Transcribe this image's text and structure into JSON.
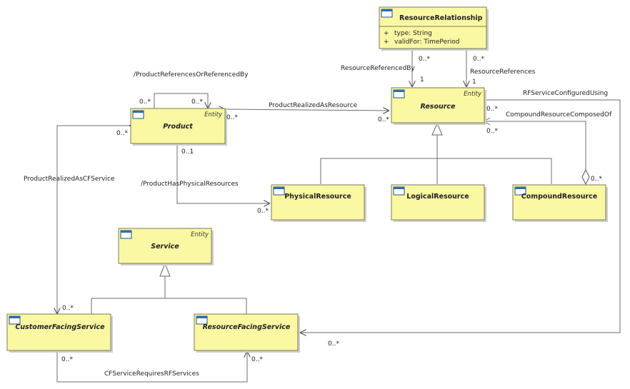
{
  "classes": {
    "resource_relationship": {
      "name": "ResourceRelationship",
      "attributes": [
        {
          "vis": "+",
          "text": "type: String"
        },
        {
          "vis": "+",
          "text": "validFor: TimePeriod"
        }
      ]
    },
    "product": {
      "name": "Product",
      "stereotype": "Entity"
    },
    "resource": {
      "name": "Resource",
      "stereotype": "Entity"
    },
    "physical_resource": {
      "name": "PhysicalResource"
    },
    "logical_resource": {
      "name": "LogicalResource"
    },
    "compound_resource": {
      "name": "CompoundResource"
    },
    "service": {
      "name": "Service",
      "stereotype": "Entity"
    },
    "customer_facing_service": {
      "name": "CustomerFacingService"
    },
    "resource_facing_service": {
      "name": "ResourceFacingService"
    }
  },
  "associations": {
    "product_references": {
      "label": "/ProductReferencesOrReferencedBy",
      "mult_a": "0..*",
      "mult_b": "0..*"
    },
    "product_realized_as_resource": {
      "label": "ProductRealizedAsResource",
      "mult_a": "0..*",
      "mult_b": "0..*"
    },
    "resource_referenced_by": {
      "label": "ResourceReferencedBy",
      "mult_a": "0..*",
      "mult_b": "1"
    },
    "resource_references": {
      "label": "ResourceReferences",
      "mult_a": "0..*",
      "mult_b": "1"
    },
    "rf_service_configured_using": {
      "label": "RFServiceConfiguredUsing",
      "mult_a": "0..*",
      "mult_b": "0..*"
    },
    "compound_resource_composed_of": {
      "label": "CompoundResourceComposedOf",
      "mult_a": "0..*",
      "mult_b": "0..*"
    },
    "product_has_physical_resources": {
      "label": "/ProductHasPhysicalResources",
      "mult_a": "0..1",
      "mult_b": "0..*"
    },
    "product_realized_as_cf_service": {
      "label": "ProductRealizedAsCFService",
      "mult_a": "0..*",
      "mult_b": "0..*"
    },
    "cf_service_requires_rf_services": {
      "label": "CFServiceRequiresRFServices",
      "mult_a": "0..*",
      "mult_b": "0..*"
    }
  }
}
